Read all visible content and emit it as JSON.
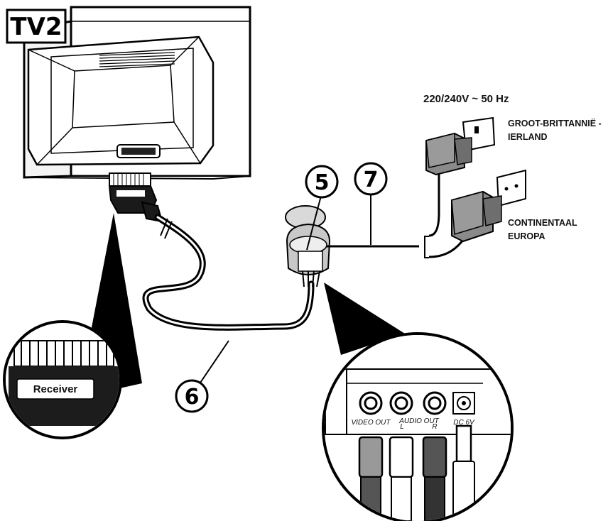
{
  "tv_label": "TV2",
  "voltage_label": "220/240V ~ 50 Hz",
  "region_uk_line1": "GROOT-BRITTANNIË -",
  "region_uk_line2": "IERLAND",
  "region_eu_line1": "CONTINENTAAL",
  "region_eu_line2": "EUROPA",
  "callout_5": "5",
  "callout_6": "6",
  "callout_7": "7",
  "scart_label": "Receiver",
  "port_video_out": "VIDEO OUT",
  "port_audio_out": "AUDIO OUT",
  "port_audio_l": "L",
  "port_audio_r": "R",
  "port_dc": "DC 6V"
}
